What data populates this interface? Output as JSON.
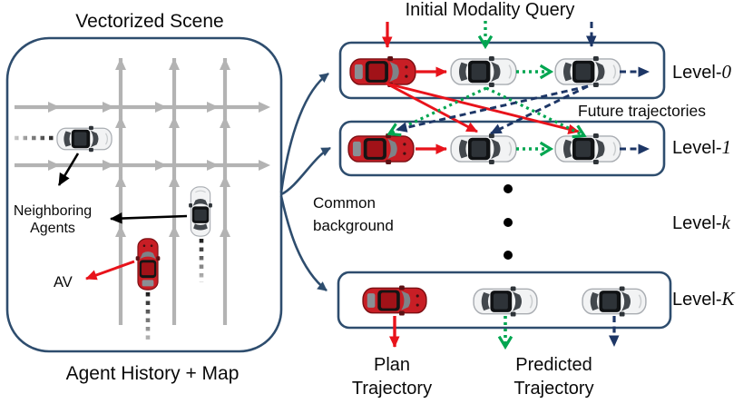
{
  "figure": {
    "scene": {
      "title": "Vectorized Scene",
      "caption": "Agent History + Map",
      "neighboring_agents_label": "Neighboring Agents",
      "av_label": "AV"
    },
    "query_title": "Initial Modality Query",
    "common_background_label": "Common background",
    "future_trajectories_label": "Future trajectories",
    "levels": [
      {
        "prefix": "Level-",
        "index": "0"
      },
      {
        "prefix": "Level-",
        "index": "1"
      },
      {
        "prefix": "Level-",
        "index": "k"
      },
      {
        "prefix": "Level-",
        "index": "K"
      }
    ],
    "outputs": {
      "plan": "Plan Trajectory",
      "predicted": "Predicted Trajectory"
    },
    "colors": {
      "frame_blue": "#2e4d6e",
      "plan_red": "#e8131b",
      "predicted_green": "#00a650",
      "predicted_navy": "#1d3666",
      "lane_gray": "#b3b3b3",
      "av_car_red": "#c81e25",
      "agent_car_white": "#f2f3f4"
    },
    "icons": {
      "av_car": "red-car-top-view-icon",
      "agent_car": "white-car-top-view-icon",
      "ellipsis": "vertical-ellipsis-dots"
    }
  }
}
